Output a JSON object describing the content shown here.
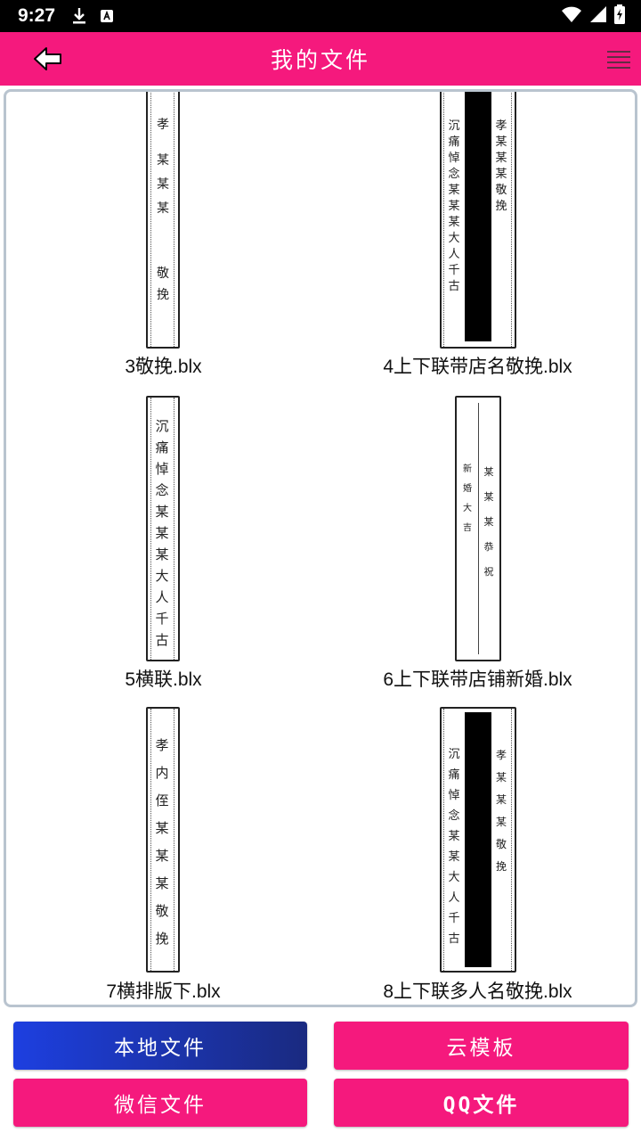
{
  "status": {
    "time": "9:27"
  },
  "app_bar": {
    "title": "我的文件"
  },
  "files": [
    {
      "name": "3敬挽.blx",
      "thumb_text_right": "孝",
      "thumb_text_main": "某某某",
      "thumb_text_bottom": "敬挽"
    },
    {
      "name": "4上下联带店名敬挽.blx",
      "left_text": "沉痛悼念某某某大人千古",
      "right_text": "孝某某某敬挽"
    },
    {
      "name": "5横联.blx",
      "text": "沉痛悼念某某某大人千古"
    },
    {
      "name": "6上下联带店铺新婚.blx",
      "col1": "某某某恭祝",
      "col2": "新婚大吉"
    },
    {
      "name": "7横排版下.blx",
      "text": "孝内侄某某某敬挽"
    },
    {
      "name": "8上下联多人名敬挽.blx",
      "left_text": "沉痛悼念某某大人千古",
      "right_text": "孝某某某敬挽"
    }
  ],
  "buttons": {
    "local": "本地文件",
    "cloud": "云模板",
    "wechat": "微信文件",
    "qq": "QQ文件"
  }
}
